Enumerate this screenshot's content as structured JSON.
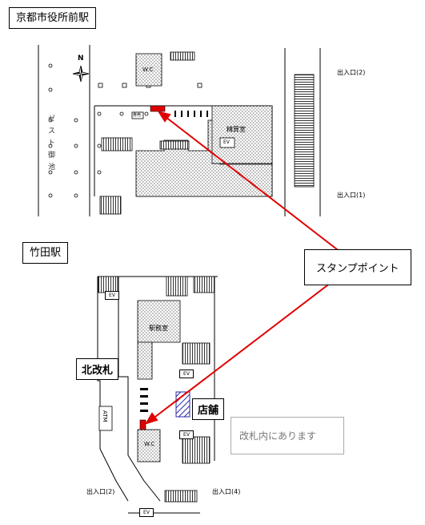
{
  "stations": {
    "kyoto_shiyakusho": {
      "title": "京都市役所前駅"
    },
    "takeda": {
      "title": "竹田駅"
    }
  },
  "callout": {
    "label": "スタンプポイント"
  },
  "note": {
    "text": "改札内にあります"
  },
  "kyoto_map": {
    "exits": [
      "出入口(2)",
      "出入口(1)"
    ],
    "rooms": {
      "wc": "W.C",
      "seisan": "精算室",
      "ev": "EV",
      "kippu": "券売"
    },
    "ike_text": "ゼスト御池",
    "north": "N"
  },
  "takeda_map": {
    "gate_label": "北改札",
    "shop_label": "店舗",
    "atm": "ATM",
    "room": "駅務室",
    "wc": "W.C",
    "ev": "EV",
    "exits": [
      "出入口(2)",
      "出入口(4)"
    ]
  },
  "colors": {
    "stamp_marker": "#e00000",
    "arrow": "#e00000",
    "shop_hatch": "#2a2aa8"
  }
}
